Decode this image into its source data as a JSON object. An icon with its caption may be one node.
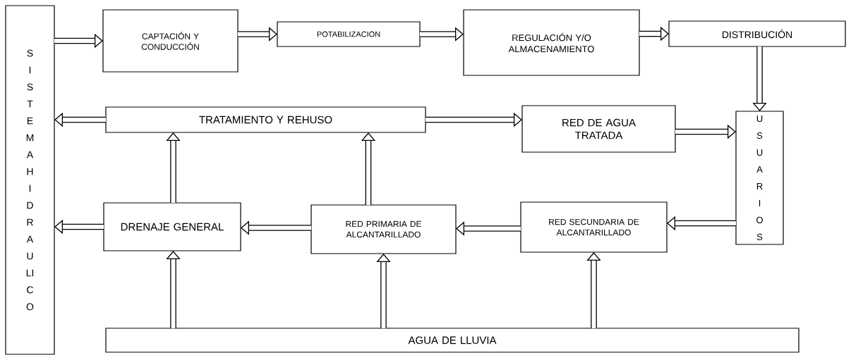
{
  "diagram": {
    "nodes": [
      {
        "text": [
          "SISTEMA HIDRAULICO"
        ]
      },
      {
        "text": [
          "CAPTACIÓN Y CONDUCCIÓN"
        ]
      },
      {
        "text": [
          "POTABILIZACION"
        ]
      },
      {
        "text": [
          "REGULACIÓN Y/O ALMACENAMIENTO"
        ]
      },
      {
        "text": [
          "DISTRIBUCIÓN"
        ]
      },
      {
        "text": [
          "TRATAMIENTO Y REHUSO"
        ]
      },
      {
        "text": [
          "RED DE AGUA TRATADA"
        ]
      },
      {
        "text": [
          "USUARIOS"
        ]
      },
      {
        "text": [
          "DRENAJE GENERAL"
        ]
      },
      {
        "text": [
          "RED PRIMARIA DE ALCANTARILLADO"
        ]
      },
      {
        "text": [
          "RED SECUNDARIA DE ALCANTARILLADO"
        ]
      },
      {
        "text": [
          "AGUA DE LLUVIA"
        ]
      }
    ],
    "edges": [
      {
        "from": 0,
        "to": 1,
        "arrow": "to"
      },
      {
        "from": 1,
        "to": 2,
        "arrow": "to"
      },
      {
        "from": 2,
        "to": 3,
        "arrow": "to"
      },
      {
        "from": 3,
        "to": 4,
        "arrow": "to"
      },
      {
        "from": 4,
        "to": 7,
        "arrow": "to"
      },
      {
        "from": 5,
        "to": 0,
        "arrow": "to"
      },
      {
        "from": 5,
        "to": 6,
        "arrow": "to"
      },
      {
        "from": 6,
        "to": 7,
        "arrow": "to"
      },
      {
        "from": 7,
        "to": 10,
        "arrow": "to"
      },
      {
        "from": 10,
        "to": 9,
        "arrow": "to"
      },
      {
        "from": 9,
        "to": 8,
        "arrow": "to"
      },
      {
        "from": 8,
        "to": 0,
        "arrow": "to"
      },
      {
        "from": 8,
        "to": 5,
        "arrow": "to"
      },
      {
        "from": 9,
        "to": 5,
        "arrow": "to"
      },
      {
        "from": 11,
        "to": 8,
        "arrow": "to"
      },
      {
        "from": 11,
        "to": 9,
        "arrow": "to"
      },
      {
        "from": 11,
        "to": 10,
        "arrow": "to"
      }
    ]
  }
}
